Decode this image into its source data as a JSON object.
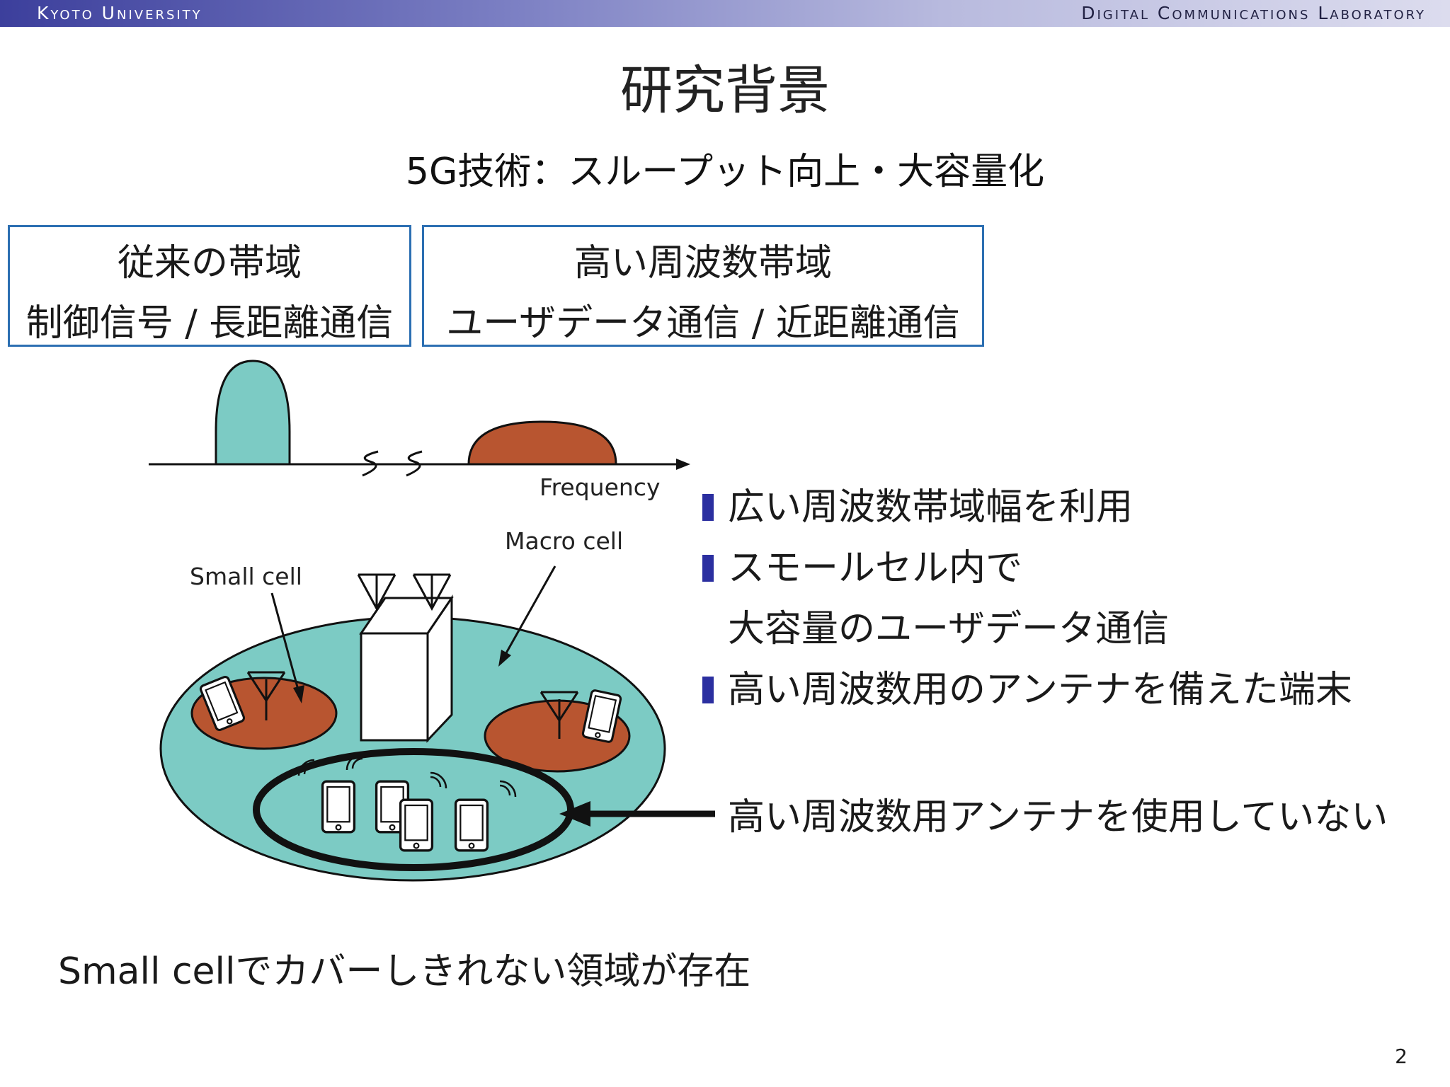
{
  "header": {
    "left": "Kyoto University",
    "right": "Digital Communications Laboratory"
  },
  "slide": {
    "title": "研究背景",
    "subtitle": "5G技術：スループット向上・大容量化",
    "page_number": "2"
  },
  "boxes": {
    "conventional": {
      "line1": "従来の帯域",
      "line2": "制御信号 / 長距離通信"
    },
    "high": {
      "line1": "高い周波数帯域",
      "line2": "ユーザデータ通信 / 近距離通信"
    }
  },
  "diagram": {
    "frequency_label": "Frequency",
    "macro_cell_label": "Macro cell",
    "small_cell_label": "Small cell"
  },
  "bullets": [
    "広い周波数帯域幅を利用",
    "スモールセル内で",
    "大容量のユーザデータ通信",
    "高い周波数用のアンテナを備えた端末"
  ],
  "callout": "高い周波数用アンテナを使用していない",
  "footer": "Small cellでカバーしきれない領域が存在",
  "colors": {
    "teal": "#7ccbc4",
    "brown": "#b85530",
    "box_border": "#2c6fb2",
    "bullet_marker": "#2b2fa0"
  }
}
